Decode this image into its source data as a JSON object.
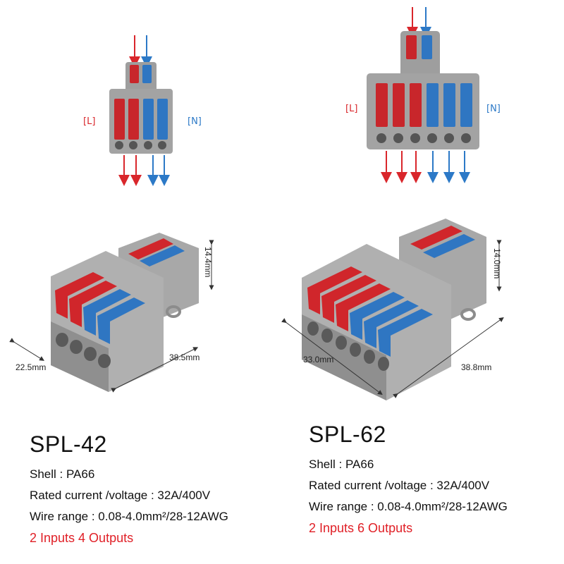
{
  "diagram_labels": {
    "live": "[L]",
    "neutral": "[N]"
  },
  "products": [
    {
      "model": "SPL-42",
      "shell": "Shell : PA66",
      "rating": "Rated current /voltage : 32A/400V",
      "wire": "Wire range : 0.08-4.0mm²/28-12AWG",
      "io": "2 Inputs 4 Outputs",
      "dim_height": "14.4mm",
      "dim_width": "22.5mm",
      "dim_length": "38.5mm"
    },
    {
      "model": "SPL-62",
      "shell": "Shell : PA66",
      "rating": "Rated current /voltage : 32A/400V",
      "wire": "Wire range : 0.08-4.0mm²/28-12AWG",
      "io": "2 Inputs 6 Outputs",
      "dim_height": "14.0mm",
      "dim_width": "33.0mm",
      "dim_length": "38.8mm"
    }
  ],
  "colors": {
    "live": "#d9262b",
    "neutral": "#2c79c7",
    "housing": "#9b9b9b",
    "io_text": "#e01f26"
  }
}
